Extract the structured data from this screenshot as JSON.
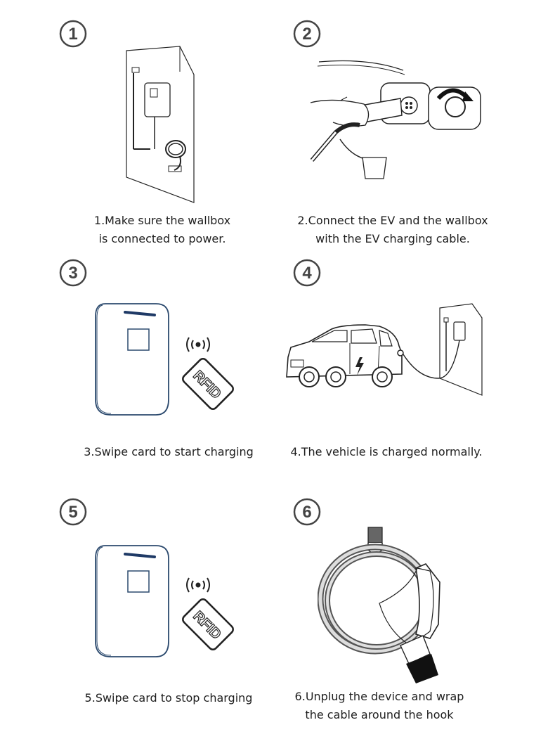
{
  "steps": [
    {
      "number": "1",
      "lines": [
        "1.Make sure the wallbox",
        "is connected to power."
      ]
    },
    {
      "number": "2",
      "lines": [
        "2.Connect the EV and the wallbox",
        "with the EV charging cable."
      ]
    },
    {
      "number": "3",
      "lines": [
        "3.Swipe card to start charging"
      ]
    },
    {
      "number": "4",
      "lines": [
        "4.The vehicle is charged normally."
      ]
    },
    {
      "number": "5",
      "lines": [
        "5.Swipe card to stop charging"
      ]
    },
    {
      "number": "6",
      "lines": [
        "6.Unplug the device and wrap",
        "the cable around the hook"
      ]
    }
  ],
  "rfid_label": "RFID",
  "colors": {
    "line": "#1a1a1a",
    "wallbox_outline": "#2c4a6e",
    "wallbox_stripe": "#1f3a66"
  }
}
